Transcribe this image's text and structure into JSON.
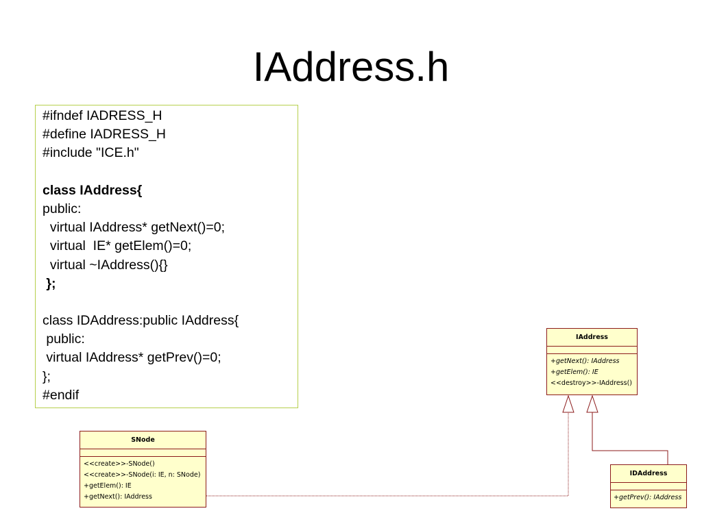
{
  "slide": {
    "title": "IAddress.h"
  },
  "code": {
    "lines": [
      {
        "text": "#ifndef IADRESS_H",
        "bold": false
      },
      {
        "text": "#define IADRESS_H",
        "bold": false
      },
      {
        "text": "#include \"ICE.h\"",
        "bold": false
      },
      {
        "text": "",
        "bold": false
      },
      {
        "text": "class IAddress{",
        "bold": true
      },
      {
        "text": "public:",
        "bold": false
      },
      {
        "text": "  virtual IAddress* getNext()=0;",
        "bold": false
      },
      {
        "text": "  virtual  IE* getElem()=0;",
        "bold": false
      },
      {
        "text": "  virtual ~IAddress(){}",
        "bold": false
      },
      {
        "text": " };",
        "bold": true
      },
      {
        "text": "",
        "bold": false
      },
      {
        "text": "class IDAddress:public IAddress{",
        "bold": false
      },
      {
        "text": " public:",
        "bold": false
      },
      {
        "text": " virtual IAddress* getPrev()=0;",
        "bold": false
      },
      {
        "text": "};",
        "bold": false
      },
      {
        "text": "#endif",
        "bold": false
      }
    ]
  },
  "uml": {
    "iaddress": {
      "name": "IAddress",
      "ops": [
        "+getNext(): IAddress",
        "+getElem(): IE",
        "<<destroy>>-IAddress()"
      ]
    },
    "snode": {
      "name": "SNode",
      "ops": [
        "<<create>>-SNode()",
        "<<create>>-SNode(i: IE, n: SNode)",
        "+getElem(): IE",
        "+getNext(): IAddress"
      ]
    },
    "idaddress": {
      "name": "IDAddress",
      "ops": [
        "+getPrev(): IAddress"
      ]
    }
  },
  "colors": {
    "code_border": "#b6cf4c",
    "uml_border": "#8b1a1a",
    "uml_fill": "#ffffcc"
  }
}
